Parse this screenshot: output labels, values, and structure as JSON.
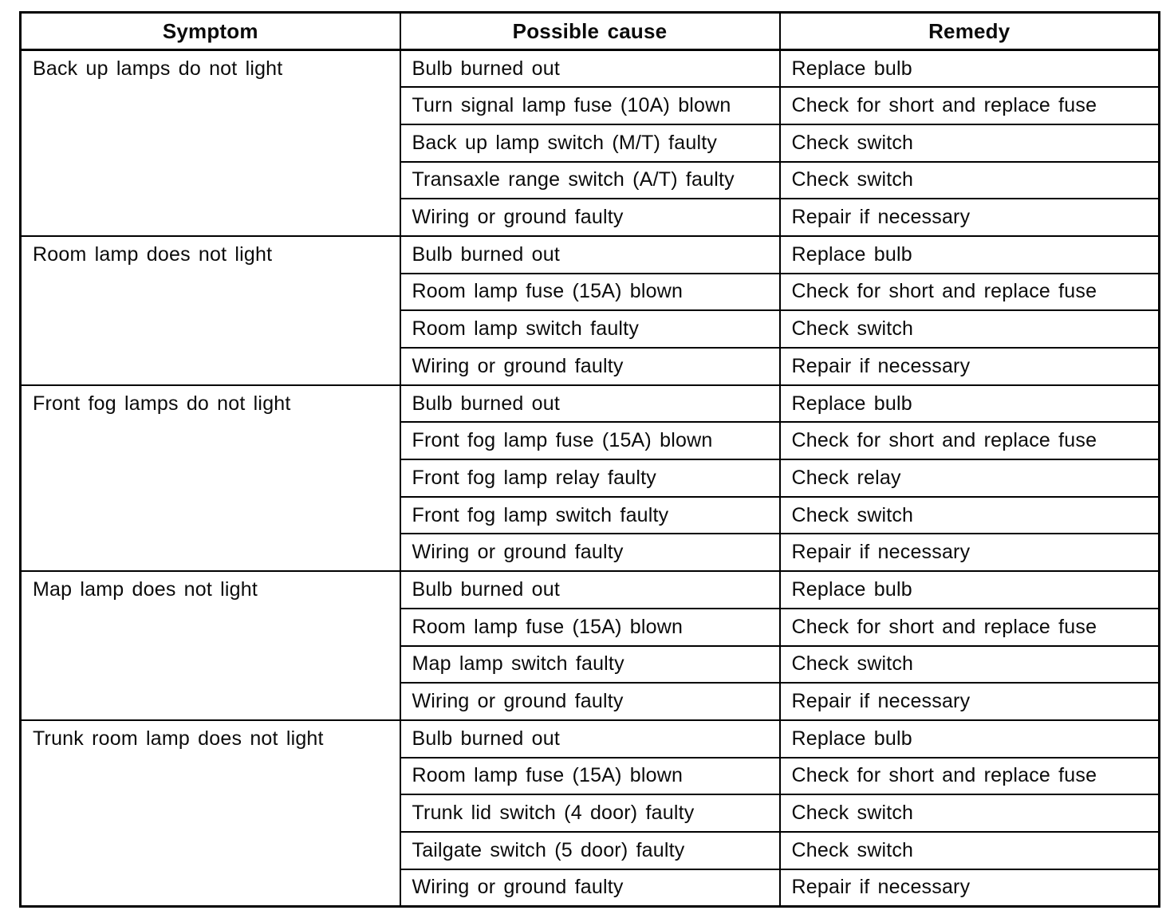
{
  "table": {
    "columns": [
      {
        "label": "Symptom"
      },
      {
        "label": "Possible cause"
      },
      {
        "label": "Remedy"
      }
    ],
    "sections": [
      {
        "symptom": "Back up lamps do not light",
        "rows": [
          {
            "cause": "Bulb burned out",
            "remedy": "Replace bulb"
          },
          {
            "cause": "Turn signal lamp fuse (10A) blown",
            "remedy": "Check for short and replace fuse"
          },
          {
            "cause": "Back up lamp switch (M/T) faulty",
            "remedy": "Check switch"
          },
          {
            "cause": "Transaxle range switch (A/T) faulty",
            "remedy": "Check switch"
          },
          {
            "cause": "Wiring or ground faulty",
            "remedy": "Repair if necessary"
          }
        ]
      },
      {
        "symptom": "Room lamp does not light",
        "rows": [
          {
            "cause": "Bulb burned out",
            "remedy": "Replace bulb"
          },
          {
            "cause": "Room lamp fuse (15A) blown",
            "remedy": "Check for short and replace fuse"
          },
          {
            "cause": "Room lamp switch faulty",
            "remedy": "Check switch"
          },
          {
            "cause": "Wiring or ground faulty",
            "remedy": "Repair if necessary"
          }
        ]
      },
      {
        "symptom": "Front fog lamps do not light",
        "rows": [
          {
            "cause": "Bulb burned out",
            "remedy": "Replace bulb"
          },
          {
            "cause": "Front fog lamp fuse (15A) blown",
            "remedy": "Check for short and replace fuse"
          },
          {
            "cause": "Front fog lamp relay faulty",
            "remedy": "Check relay"
          },
          {
            "cause": "Front fog lamp switch faulty",
            "remedy": "Check switch"
          },
          {
            "cause": "Wiring or ground faulty",
            "remedy": "Repair if necessary"
          }
        ]
      },
      {
        "symptom": "Map lamp does not light",
        "rows": [
          {
            "cause": "Bulb burned out",
            "remedy": "Replace bulb"
          },
          {
            "cause": "Room lamp fuse (15A) blown",
            "remedy": "Check for short and replace fuse"
          },
          {
            "cause": "Map lamp switch faulty",
            "remedy": "Check switch"
          },
          {
            "cause": "Wiring or ground faulty",
            "remedy": "Repair if necessary"
          }
        ]
      },
      {
        "symptom": "Trunk room lamp does not light",
        "rows": [
          {
            "cause": "Bulb burned out",
            "remedy": "Replace bulb"
          },
          {
            "cause": "Room lamp fuse (15A) blown",
            "remedy": "Check for short and replace fuse"
          },
          {
            "cause": "Trunk lid switch (4 door) faulty",
            "remedy": "Check switch"
          },
          {
            "cause": "Tailgate switch (5 door) faulty",
            "remedy": "Check switch"
          },
          {
            "cause": "Wiring or ground faulty",
            "remedy": "Repair if necessary"
          }
        ]
      }
    ]
  }
}
